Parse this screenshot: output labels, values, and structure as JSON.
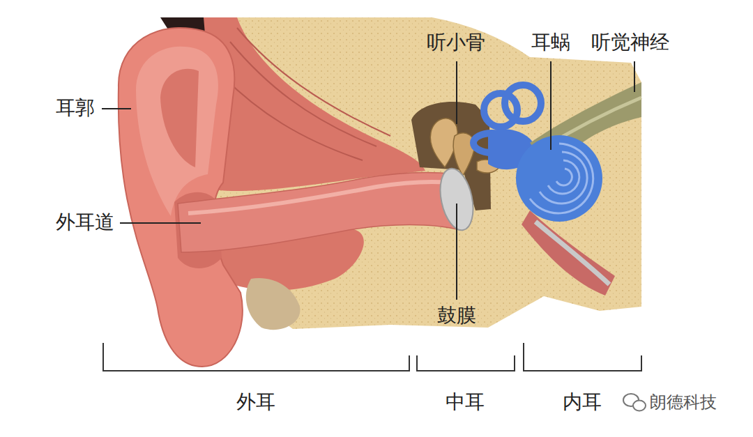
{
  "diagram": {
    "labels": [
      "耳郭",
      "外耳道",
      "听小骨",
      "耳蜗",
      "听觉神经",
      "鼓膜",
      "外耳",
      "中耳",
      "内耳",
      "朗德科技"
    ]
  }
}
